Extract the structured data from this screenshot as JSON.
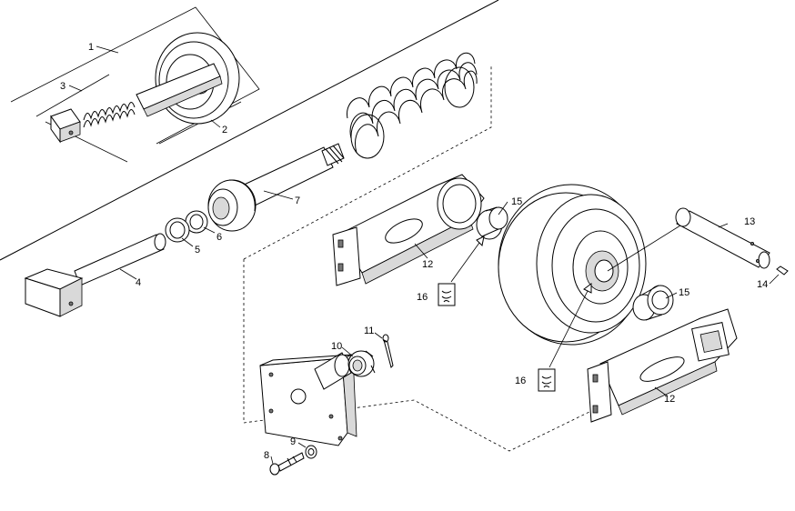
{
  "callouts": {
    "c1": "1",
    "c2": "2",
    "c3": "3",
    "c4": "4",
    "c5": "5",
    "c6": "6",
    "c7": "7",
    "c8": "8",
    "c9": "9",
    "c10": "10",
    "c11": "11",
    "c12a": "12",
    "c12b": "12",
    "c13": "13",
    "c14": "14",
    "c15a": "15",
    "c15b": "15",
    "c16a": "16",
    "c16b": "16"
  },
  "icons": {
    "grease_packet": "grease-packet-icon"
  }
}
